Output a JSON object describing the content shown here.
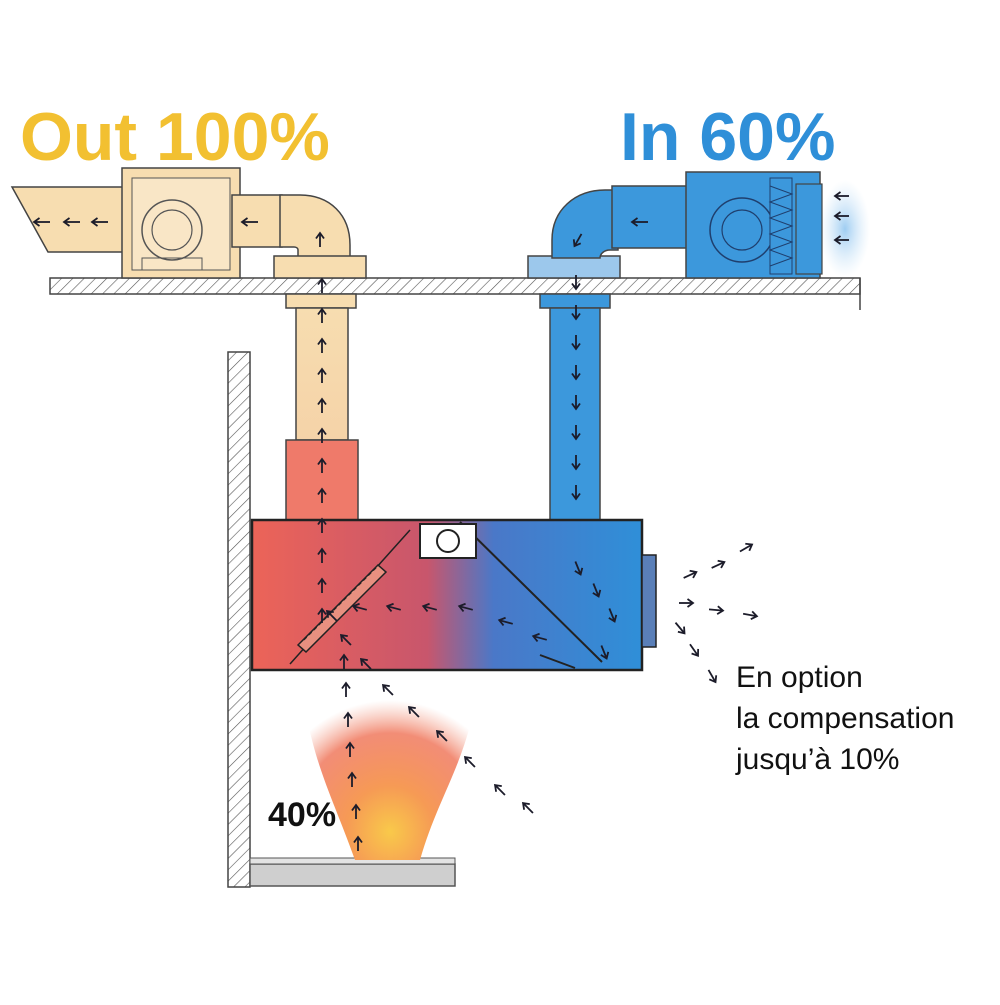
{
  "labels": {
    "out": "Out 100%",
    "in": "In 60%",
    "induced": "40%",
    "option_line1": "En option",
    "option_line2": "la compensation",
    "option_line3": "jusqu’à 10%"
  },
  "colors": {
    "exhaust": "#f2c031",
    "supply": "#2f8fd8",
    "exhaust_duct": "#f7ddb0",
    "hot": "#ec6458",
    "supply_duct": "#3c98dc",
    "arrow": "#1c1c2a"
  },
  "icons": [
    "exhaust-fan-icon",
    "supply-fan-icon",
    "light-fixture-icon",
    "filter-icon"
  ]
}
